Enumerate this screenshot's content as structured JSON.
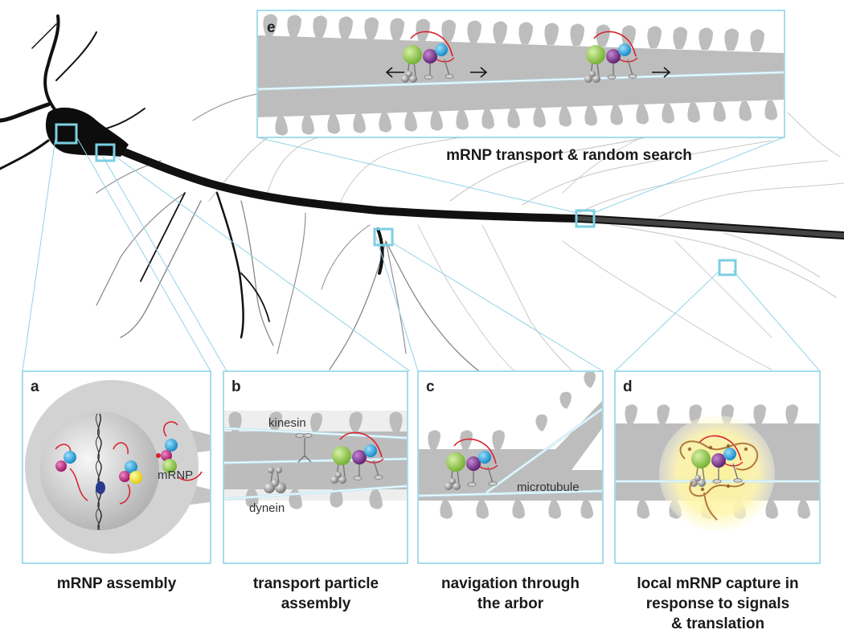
{
  "panels": {
    "a": {
      "letter": "a",
      "caption": "mRNP assembly",
      "label_mrnp": "mRNP"
    },
    "b": {
      "letter": "b",
      "caption_line1": "transport particle",
      "caption_line2": "assembly",
      "label_kinesin": "kinesin",
      "label_dynein": "dynein"
    },
    "c": {
      "letter": "c",
      "caption_line1": "navigation through",
      "caption_line2": "the arbor",
      "label_microtubule": "microtubule"
    },
    "d": {
      "letter": "d",
      "caption_line1": "local mRNP capture in",
      "caption_line2": "response to signals",
      "caption_line3": "& translation"
    },
    "e": {
      "letter": "e",
      "caption": "mRNP transport & random search"
    }
  },
  "colors": {
    "rbp_green": "#8cc63f",
    "rbp_purple": "#7b2a8c",
    "rbp_blue": "#1ba6e0",
    "rbp_magenta": "#c2187f",
    "rbp_yellow": "#f5e50f",
    "mrna_red": "#d6202c",
    "microtubule": "#bfe7f3",
    "zoom_outline": "#7ccfe3",
    "dendrite_gray": "#bdbdbd",
    "neuron_black": "#111111",
    "capture_glow": "#fff27a"
  }
}
